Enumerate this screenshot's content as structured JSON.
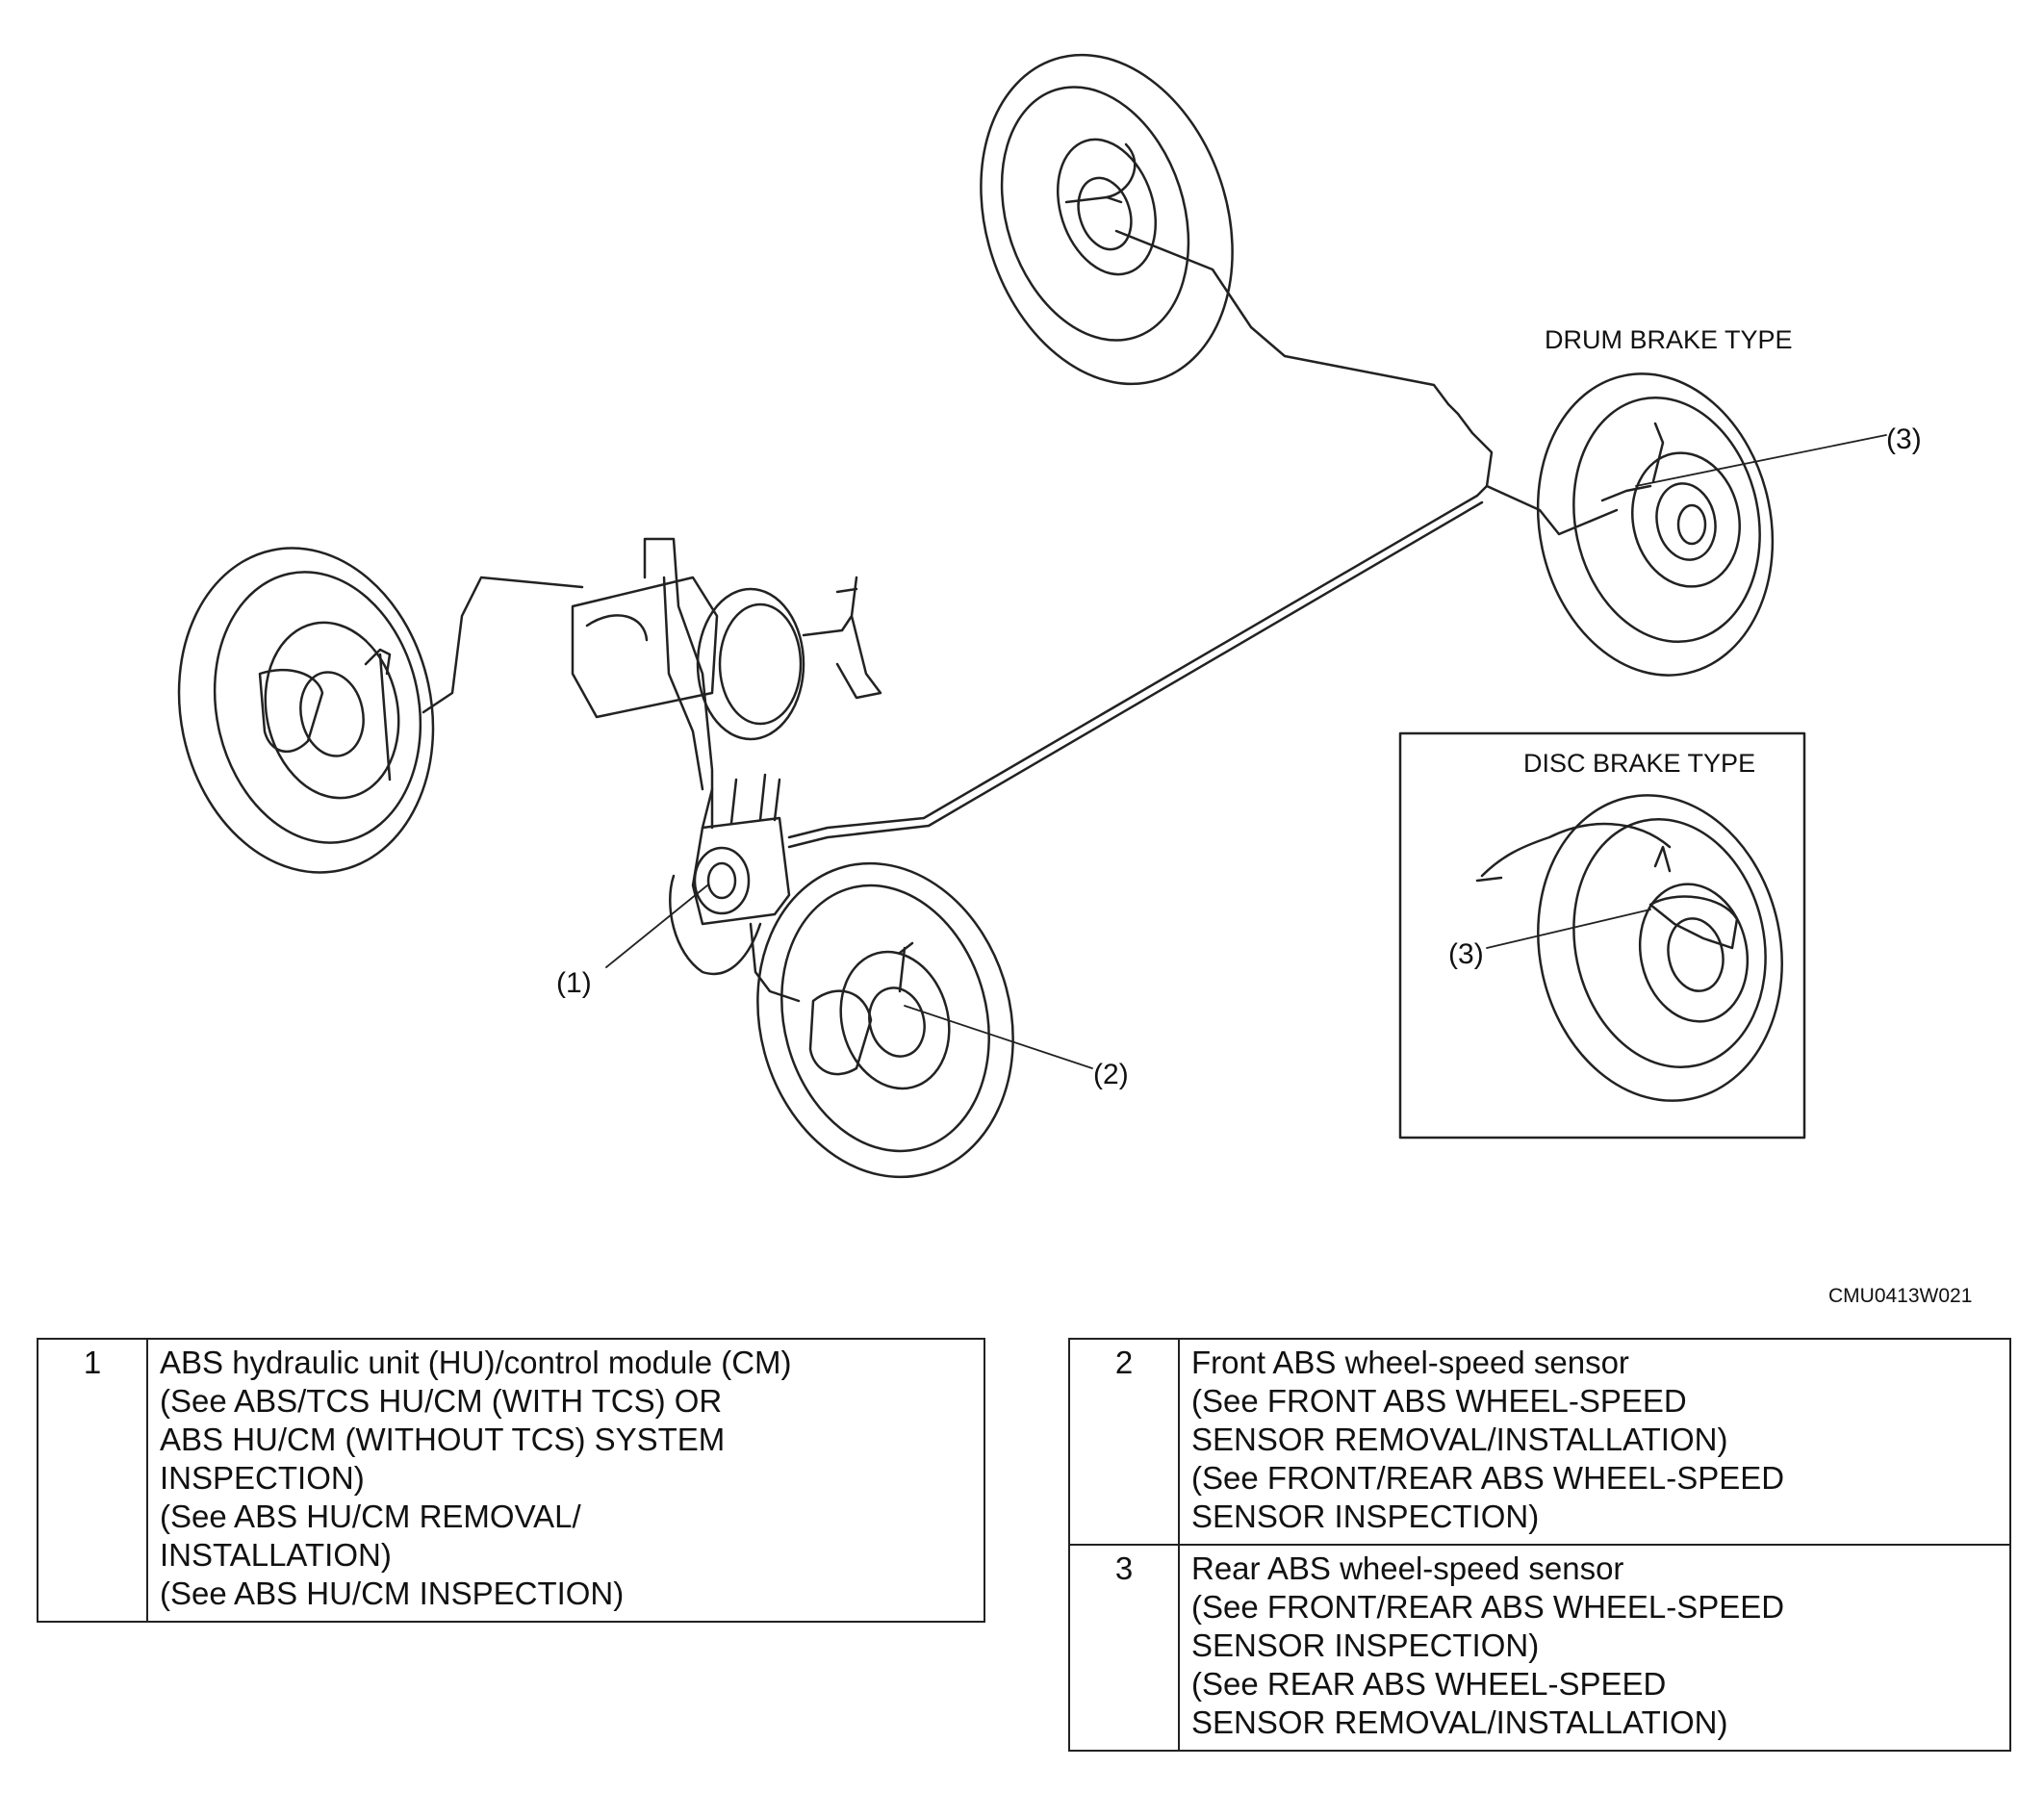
{
  "labels": {
    "drum_brake_type": "DRUM BRAKE TYPE",
    "disc_brake_type": "DISC BRAKE TYPE",
    "figure_code": "CMU0413W021",
    "callout_1": "1",
    "callout_2": "2",
    "callout_3_drum": "3",
    "callout_3_disc": "3"
  },
  "legend": [
    {
      "number": "1",
      "lines": [
        "ABS hydraulic unit (HU)/control module (CM)",
        "(See ABS/TCS HU/CM (WITH TCS) OR",
        "ABS HU/CM (WITHOUT TCS) SYSTEM",
        "INSPECTION)",
        "(See ABS HU/CM REMOVAL/",
        "INSTALLATION)",
        "(See ABS HU/CM INSPECTION)"
      ]
    },
    {
      "number": "2",
      "lines": [
        "Front ABS wheel-speed sensor",
        "(See FRONT ABS WHEEL-SPEED",
        "SENSOR REMOVAL/INSTALLATION)",
        "(See FRONT/REAR ABS WHEEL-SPEED",
        "SENSOR INSPECTION)"
      ]
    },
    {
      "number": "3",
      "lines": [
        "Rear ABS wheel-speed sensor",
        "(See FRONT/REAR ABS WHEEL-SPEED",
        "SENSOR INSPECTION)",
        "(See REAR ABS WHEEL-SPEED",
        "SENSOR REMOVAL/INSTALLATION)"
      ]
    }
  ]
}
